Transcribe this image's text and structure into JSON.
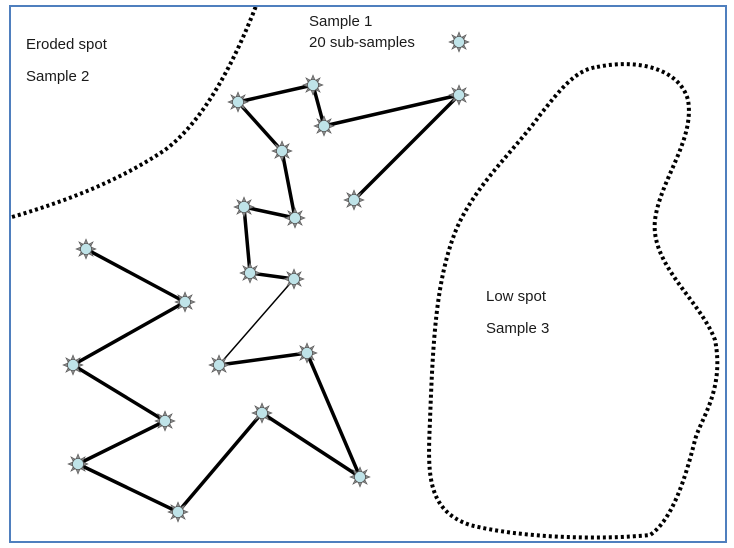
{
  "labels": {
    "eroded_spot": "Eroded spot",
    "sample_2": "Sample 2",
    "sample_1": "Sample 1",
    "sub_samples": "20 sub-samples",
    "low_spot": "Low spot",
    "sample_3": "Sample 3"
  },
  "colors": {
    "frame": "#4f7fbe",
    "marker_fill": "#bfe3e8",
    "marker_stroke": "#555555",
    "path": "#000000"
  },
  "icons": {
    "sub_sample_marker": "sun-burst-marker-icon"
  }
}
